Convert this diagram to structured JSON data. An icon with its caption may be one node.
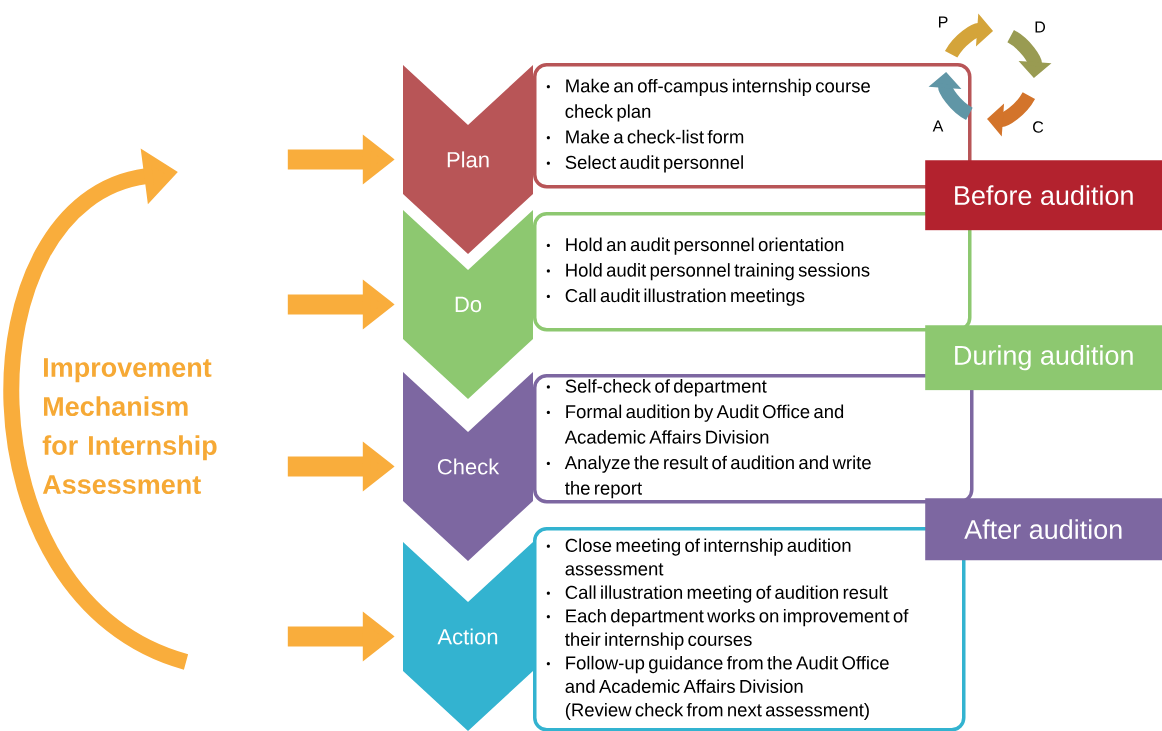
{
  "diagram": {
    "nodes": [
      {
        "text": [
          "Plan"
        ]
      },
      {
        "text": [
          "Make an off-campus internship course check plan",
          "Make a check-list form",
          "Select audit personnel"
        ]
      },
      {
        "text": [
          "Do"
        ]
      },
      {
        "text": [
          "Hold an audit personnel orientation",
          "Hold audit personnel training sessions",
          "Call audit illustration meetings"
        ]
      },
      {
        "text": [
          "Check"
        ]
      },
      {
        "text": [
          "Self-check of department",
          "Formal audition by Audit Office and Academic Affairs Division",
          "Analyze the result of audition and write the report"
        ]
      },
      {
        "text": [
          "Action"
        ]
      },
      {
        "text": [
          "Close meeting of internship audition assessment",
          "Call illustration meeting of audition result",
          "Each department works on improvement of their internship courses",
          "Follow-up guidance from the Audit Office and Academic Affairs Division",
          "(Review check from next assessment)"
        ]
      },
      {
        "text": [
          "Before audition"
        ]
      },
      {
        "text": [
          "During audition"
        ]
      },
      {
        "text": [
          "After audition"
        ]
      }
    ],
    "edges": [
      {
        "from": null,
        "to": 0,
        "arrow": "to"
      },
      {
        "from": null,
        "to": 2,
        "arrow": "to"
      },
      {
        "from": null,
        "to": 4,
        "arrow": "to"
      },
      {
        "from": null,
        "to": 6,
        "arrow": "to"
      }
    ],
    "labels": [
      "Improvement Mechanism for Internship Assessment",
      "P",
      "D",
      "A",
      "C"
    ]
  }
}
